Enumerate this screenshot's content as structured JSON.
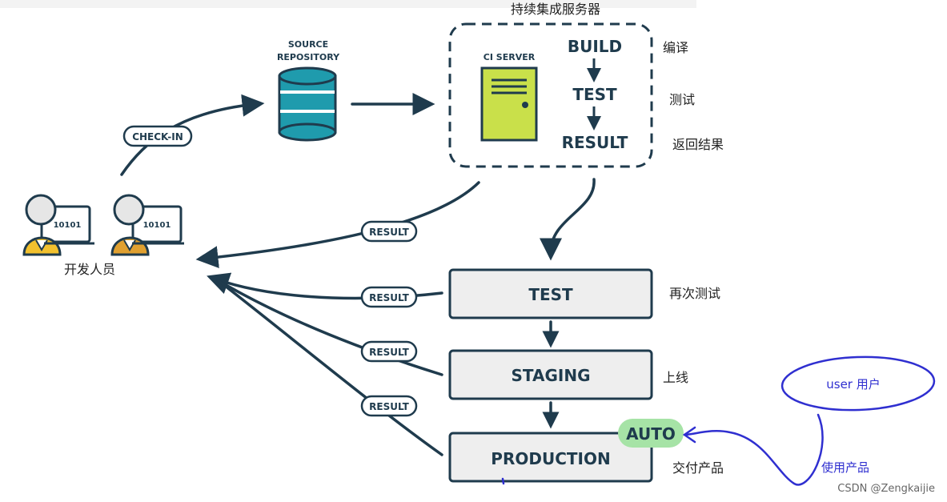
{
  "ci_server_title": "持续集成服务器",
  "source_repository": {
    "line1": "SOURCE",
    "line2": "REPOSITORY"
  },
  "ci_server": {
    "label": "CI SERVER",
    "steps": [
      "BUILD",
      "TEST",
      "RESULT"
    ],
    "step_notes": [
      "编译",
      "测试",
      "返回结果"
    ]
  },
  "developers": {
    "label": "开发人员",
    "screen_text": "10101"
  },
  "check_in": "CHECK-IN",
  "result_label": "RESULT",
  "stages": [
    {
      "label": "TEST",
      "note": "再次测试"
    },
    {
      "label": "STAGING",
      "note": "上线"
    },
    {
      "label": "PRODUCTION",
      "note": "交付产品"
    }
  ],
  "auto_badge": "AUTO",
  "user": {
    "label": "user 用户",
    "note": "使用产品"
  },
  "watermark": "CSDN @Zengkaijie",
  "colors": {
    "navy": "#1f3b4d",
    "teal": "#1f9bad",
    "server_green": "#c9e04a",
    "auto_green": "#a6e3a6",
    "ink_blue": "#2f2fd0",
    "skin_yellow": "#f2c12e",
    "skin_orange": "#e0a030"
  }
}
